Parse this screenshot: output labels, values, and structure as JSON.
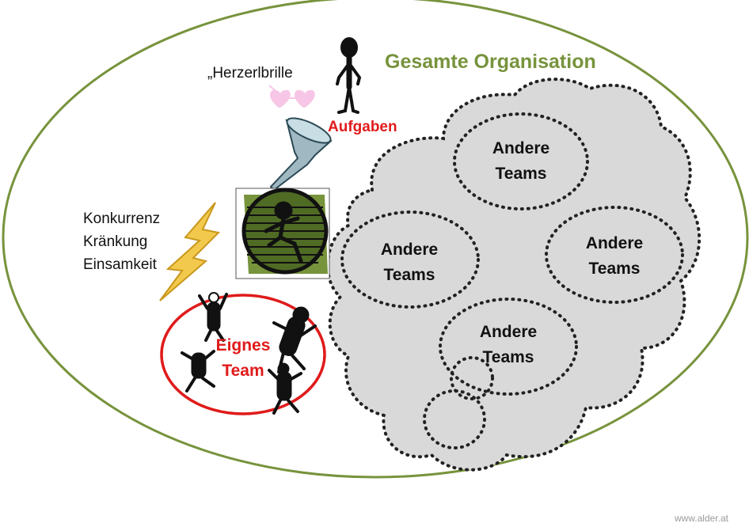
{
  "title": "Gesamte Organisation",
  "other_teams": [
    {
      "line1": "Andere",
      "line2": "Teams"
    },
    {
      "line1": "Andere",
      "line2": "Teams"
    },
    {
      "line1": "Andere",
      "line2": "Teams"
    },
    {
      "line1": "Andere",
      "line2": "Teams"
    }
  ],
  "glasses_label": "„Herzerlbrille",
  "tasks_label": "Aufgaben",
  "hurt_terms": [
    "Konkurrenz",
    "Kränkung",
    "Einsamkeit"
  ],
  "own_team": {
    "line1": "Eignes",
    "line2": "Team"
  },
  "credit": "www.alder.at",
  "colors": {
    "organisation_outline": "#77933C",
    "title": "#77933C",
    "own_team_outline": "#E01B1B",
    "cloud_fill": "#D9D9D9",
    "hamster_bg": "#77933C",
    "lightning": "#F2C94C",
    "hearts": "#F7C6E6"
  },
  "icons": [
    "stick-figure-icon",
    "heart-glasses-icon",
    "funnel-icon",
    "hamster-wheel-icon",
    "lightning-icon",
    "dancing-figures-icon"
  ]
}
